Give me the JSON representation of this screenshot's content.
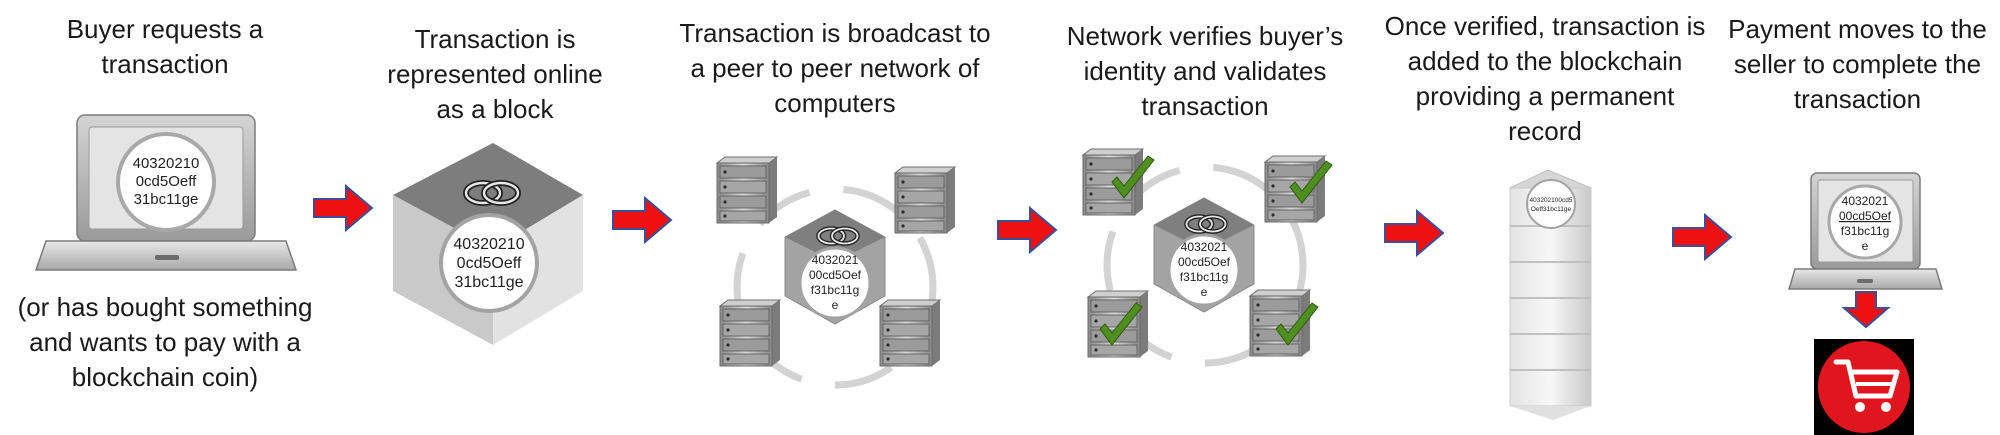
{
  "steps": [
    {
      "caption": "Buyer requests a transaction",
      "note": "(or has bought something and wants to pay with a blockchain coin)",
      "code": [
        "40320210",
        "0cd5Oeff",
        "31bc11ge"
      ]
    },
    {
      "caption": "Transaction is represented online as a block",
      "code": [
        "40320210",
        "0cd5Oeff",
        "31bc11ge"
      ]
    },
    {
      "caption": "Transaction is broadcast to a peer to peer network of computers",
      "code": [
        "4032021",
        "00cd5Oef",
        "f31bc11g",
        "e"
      ]
    },
    {
      "caption": "Network verifies buyer’s identity and validates transaction",
      "code": [
        "4032021",
        "00cd5Oef",
        "f31bc11g",
        "e"
      ]
    },
    {
      "caption": "Once verified, transaction is added to the blockchain providing a permanent record",
      "code": [
        "403202100cd5",
        "Oeff31bc11ge"
      ]
    },
    {
      "caption": "Payment moves to the seller to complete the transaction",
      "code": [
        "4032021",
        "00cd5Oef",
        "f31bc11g",
        "e"
      ]
    }
  ],
  "icons": {
    "laptop": "laptop-icon",
    "block": "block-cube-icon",
    "chain": "chain-link-icon",
    "server": "server-icon",
    "check": "checkmark-icon",
    "cart": "shopping-cart-icon",
    "arrow": "right-arrow-icon"
  },
  "colors": {
    "arrow": "#ee1111",
    "arrow_outline": "#3a4f9a",
    "check": "#4e8f1f",
    "cart_bg": "#000000",
    "cart_circle": "#e0161e"
  }
}
